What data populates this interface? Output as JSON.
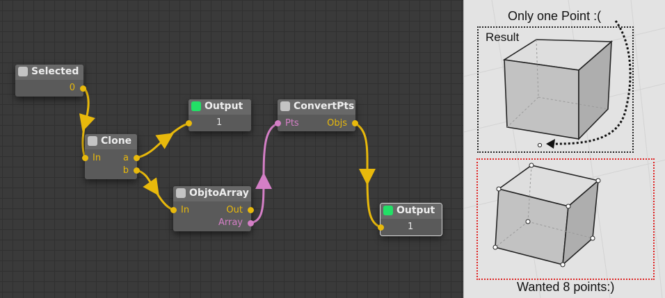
{
  "nodes": {
    "selected": {
      "title": "Selected",
      "out_value": "0"
    },
    "clone": {
      "title": "Clone",
      "in_label": "In",
      "out_a": "a",
      "out_b": "b"
    },
    "output1": {
      "title": "Output",
      "value": "1"
    },
    "objtoarray": {
      "title": "ObjtoArray",
      "in_label": "In",
      "out_label": "Out",
      "array_label": "Array"
    },
    "convertpts": {
      "title": "ConvertPts",
      "pts_label": "Pts",
      "objs_label": "Objs"
    },
    "output2": {
      "title": "Output",
      "value": "1"
    }
  },
  "viewport": {
    "top_caption": "Only one Point :(",
    "result_label": "Result",
    "bottom_caption": "Wanted 8 points:)"
  },
  "colors": {
    "float_wire": "#e8b90c",
    "array_wire": "#d47fc6",
    "enabled_check": "#22e066",
    "wanted_frame": "#e02020"
  }
}
